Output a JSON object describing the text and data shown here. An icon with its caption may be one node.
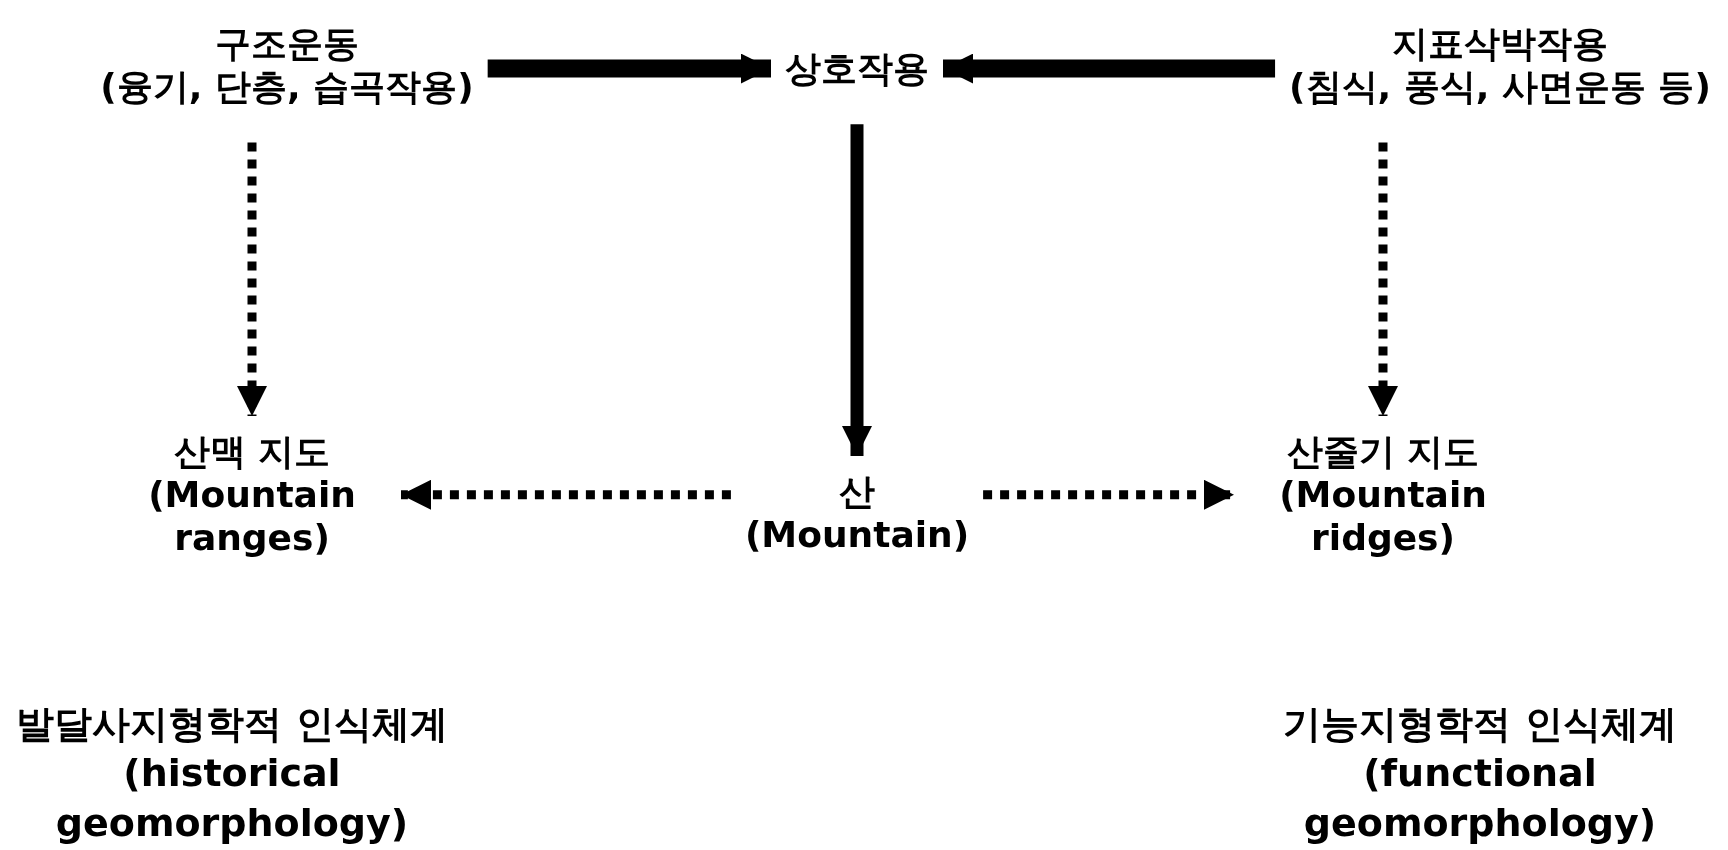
{
  "diagram": {
    "nodes": [
      {
        "text": [
          "구조운동",
          "(융기, 단층, 습곡작용)"
        ]
      },
      {
        "text": [
          "상호작용"
        ]
      },
      {
        "text": [
          "지표삭박작용",
          "(침식, 풍식, 사면운동  등)"
        ]
      },
      {
        "text": [
          "산맥 지도",
          "(Mountain ranges)"
        ]
      },
      {
        "text": [
          "산",
          "(Mountain)"
        ]
      },
      {
        "text": [
          "산줄기 지도",
          "(Mountain ridges)"
        ]
      }
    ],
    "edges": [
      {
        "from": 0,
        "to": 1,
        "arrow": "to",
        "style": "thick"
      },
      {
        "from": 2,
        "to": 1,
        "arrow": "to",
        "style": "thick"
      },
      {
        "from": 0,
        "to": 3,
        "arrow": "to",
        "style": "dashed"
      },
      {
        "from": 1,
        "to": 4,
        "arrow": "to"
      },
      {
        "from": 2,
        "to": 5,
        "arrow": "to",
        "style": "dashed"
      },
      {
        "from": 4,
        "to": 3,
        "arrow": "to",
        "style": "dashed"
      },
      {
        "from": 4,
        "to": 5,
        "arrow": "to",
        "style": "dashed"
      }
    ],
    "labels": [
      "발달사지형학적 인식체계 (historical geomorphology)",
      "기능지형학적 인식체계 (functional geomorphology)"
    ]
  }
}
